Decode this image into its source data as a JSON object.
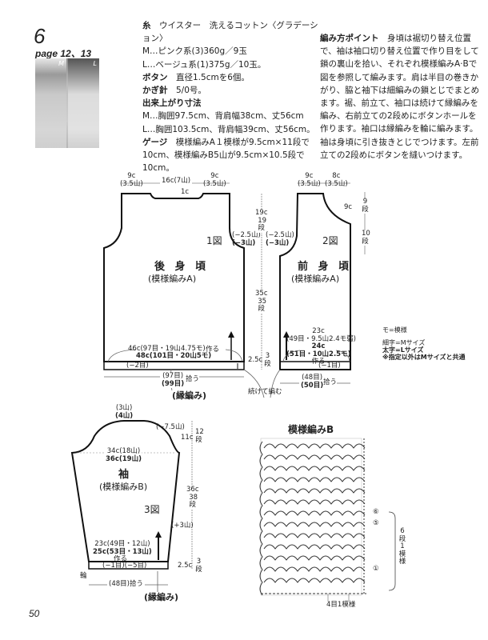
{
  "header": {
    "pattern_number": "6",
    "page_ref": "page 12、13",
    "photo_labels": [
      "M",
      "L"
    ]
  },
  "materials": {
    "yarn_label": "糸",
    "yarn_text": "ウイスター　洗えるコットン〈グラデーション〉",
    "yarn_m": "M…ピンク系(3)360g／9玉",
    "yarn_l": "L…ベージュ系(1)375g／10玉。",
    "button_label": "ボタン",
    "button_text": "直径1.5cmを6個。",
    "hook_label": "かぎ針",
    "hook_text": "5/0号。",
    "size_label": "出来上がり寸法",
    "size_m": "M…胸囲97.5cm、背肩幅38cm、丈56cm",
    "size_l": "L…胸囲103.5cm、背肩幅39cm、丈56cm。",
    "gauge_label": "ゲージ",
    "gauge_text": "模様編みA１模様が9.5cm×11段で10cm、模様編みB5山が9.5cm×10.5段で10cm。"
  },
  "instructions": {
    "label": "編み方ポイント",
    "text": "身頃は裾切り替え位置で、袖は袖口切り替え位置で作り目をして鎖の裏山を拾い、それぞれ模様編みA·Bで図を参照して編みます。肩は半目の巻きかがり、脇と袖下は細編みの鎖とじでまとめます。裾、前立て、袖口は続けて縁編みを編み、右前立ての2段めにボタンホールを作ります。袖口は縁編みを輪に編みます。袖は身頃に引き抜きとじでつけます。左前立ての2段めにボタンを縫いつけます。"
  },
  "back_body": {
    "figure": "1図",
    "title": "後 身 頃",
    "subtitle": "(模様編みA)",
    "shoulder_left": "9c",
    "shoulder_left_sub": "(3.5山)",
    "neck": "16c(7山)",
    "shoulder_right": "9c",
    "shoulder_right_sub": "(3.5山)",
    "neck_depth": "1c",
    "armhole_dec_m": "(−2.5山)",
    "armhole_dec_l": "(−3山)",
    "armhole_height": "19c",
    "armhole_rows": "19段",
    "body_height": "35c",
    "body_rows": "35段",
    "hem_height": "2.5c",
    "hem_rows": "3段",
    "foundation_m": "46c(97目・19山4.75モ)",
    "foundation_l": "48c(101目・20山5モ)",
    "foundation_action": "作る",
    "hem_dec": "(−2目)",
    "pickup_m": "(97目)",
    "pickup_l": "(99目)",
    "pickup_action": "拾う"
  },
  "front_body": {
    "figure": "2図",
    "title": "前 身 頃",
    "subtitle": "(模様編みA)",
    "shoulder": "9c",
    "shoulder_sub": "(3.5山)",
    "neck": "8c",
    "neck_sub": "(3.5山)",
    "armhole_dec_m": "(−2.5山)",
    "armhole_dec_l": "(−3山)",
    "neck_height": "9c",
    "neck_rows": "9段",
    "neck_rows2": "10段",
    "foundation_m_width": "23c",
    "foundation_m": "(49目・9.5山2.4モ弱)",
    "foundation_l_width": "24c",
    "foundation_l": "(51目・10山2.5モ)",
    "foundation_action": "作る",
    "hem_dec": "(−1目)",
    "pickup_m": "(48目)",
    "pickup_l": "(50目)",
    "pickup_action": "拾う"
  },
  "edging": {
    "label": "(縁編み)",
    "continue": "続けて編む"
  },
  "legend": {
    "mo": "モ=模様",
    "thin": "細字=Mサイズ",
    "bold": "太字=Lサイズ",
    "common": "※指定以外はMサイズと共通"
  },
  "sleeve": {
    "figure": "3図",
    "title": "袖",
    "subtitle": "(模様編みB)",
    "cap_top_m": "(3山)",
    "cap_top_l": "(4山)",
    "cap_dec": "(−7.5山)",
    "cap_height": "11c",
    "cap_rows": "12段",
    "width_m": "34c(18山)",
    "width_l": "36c(19山)",
    "length": "36c",
    "length_rows": "38段",
    "inc": "(+3山)",
    "cuff_height": "2.5c",
    "cuff_rows": "3段",
    "foundation_m": "23c(49目・12山)",
    "foundation_l": "25c(53目・13山)",
    "foundation_action": "作る",
    "cuff_dec": "(−1目)(−5目)",
    "ring": "輪",
    "pickup": "(48目)拾う",
    "edging": "(縁編み)"
  },
  "stitch_chart": {
    "title": "模様編みB",
    "row_marks": [
      "⑥",
      "⑤",
      "①"
    ],
    "repeat_rows": "6段1模様",
    "repeat_sts": "4目1模様"
  },
  "footer": {
    "page_number": "50"
  }
}
